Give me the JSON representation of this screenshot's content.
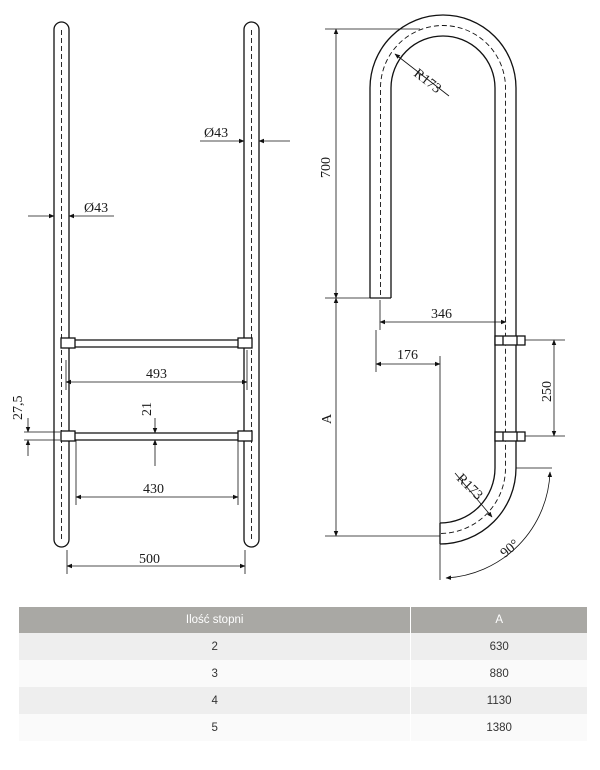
{
  "dims": {
    "tube_dia_right": "Ø43",
    "tube_dia_left": "Ø43",
    "step_spacing": "493",
    "step_offset": "27,5",
    "step_thickness": "21",
    "step_width": "430",
    "ladder_width": "500",
    "top_height": "700",
    "top_radius": "R173",
    "reach": "346",
    "offset": "176",
    "bolt_spacing": "250",
    "height_a": "A",
    "bottom_radius": "R173",
    "angle": "90°"
  },
  "table": {
    "headers": [
      "Ilość stopni",
      "A"
    ],
    "rows": [
      [
        "2",
        "630"
      ],
      [
        "3",
        "880"
      ],
      [
        "4",
        "1130"
      ],
      [
        "5",
        "1380"
      ]
    ]
  }
}
